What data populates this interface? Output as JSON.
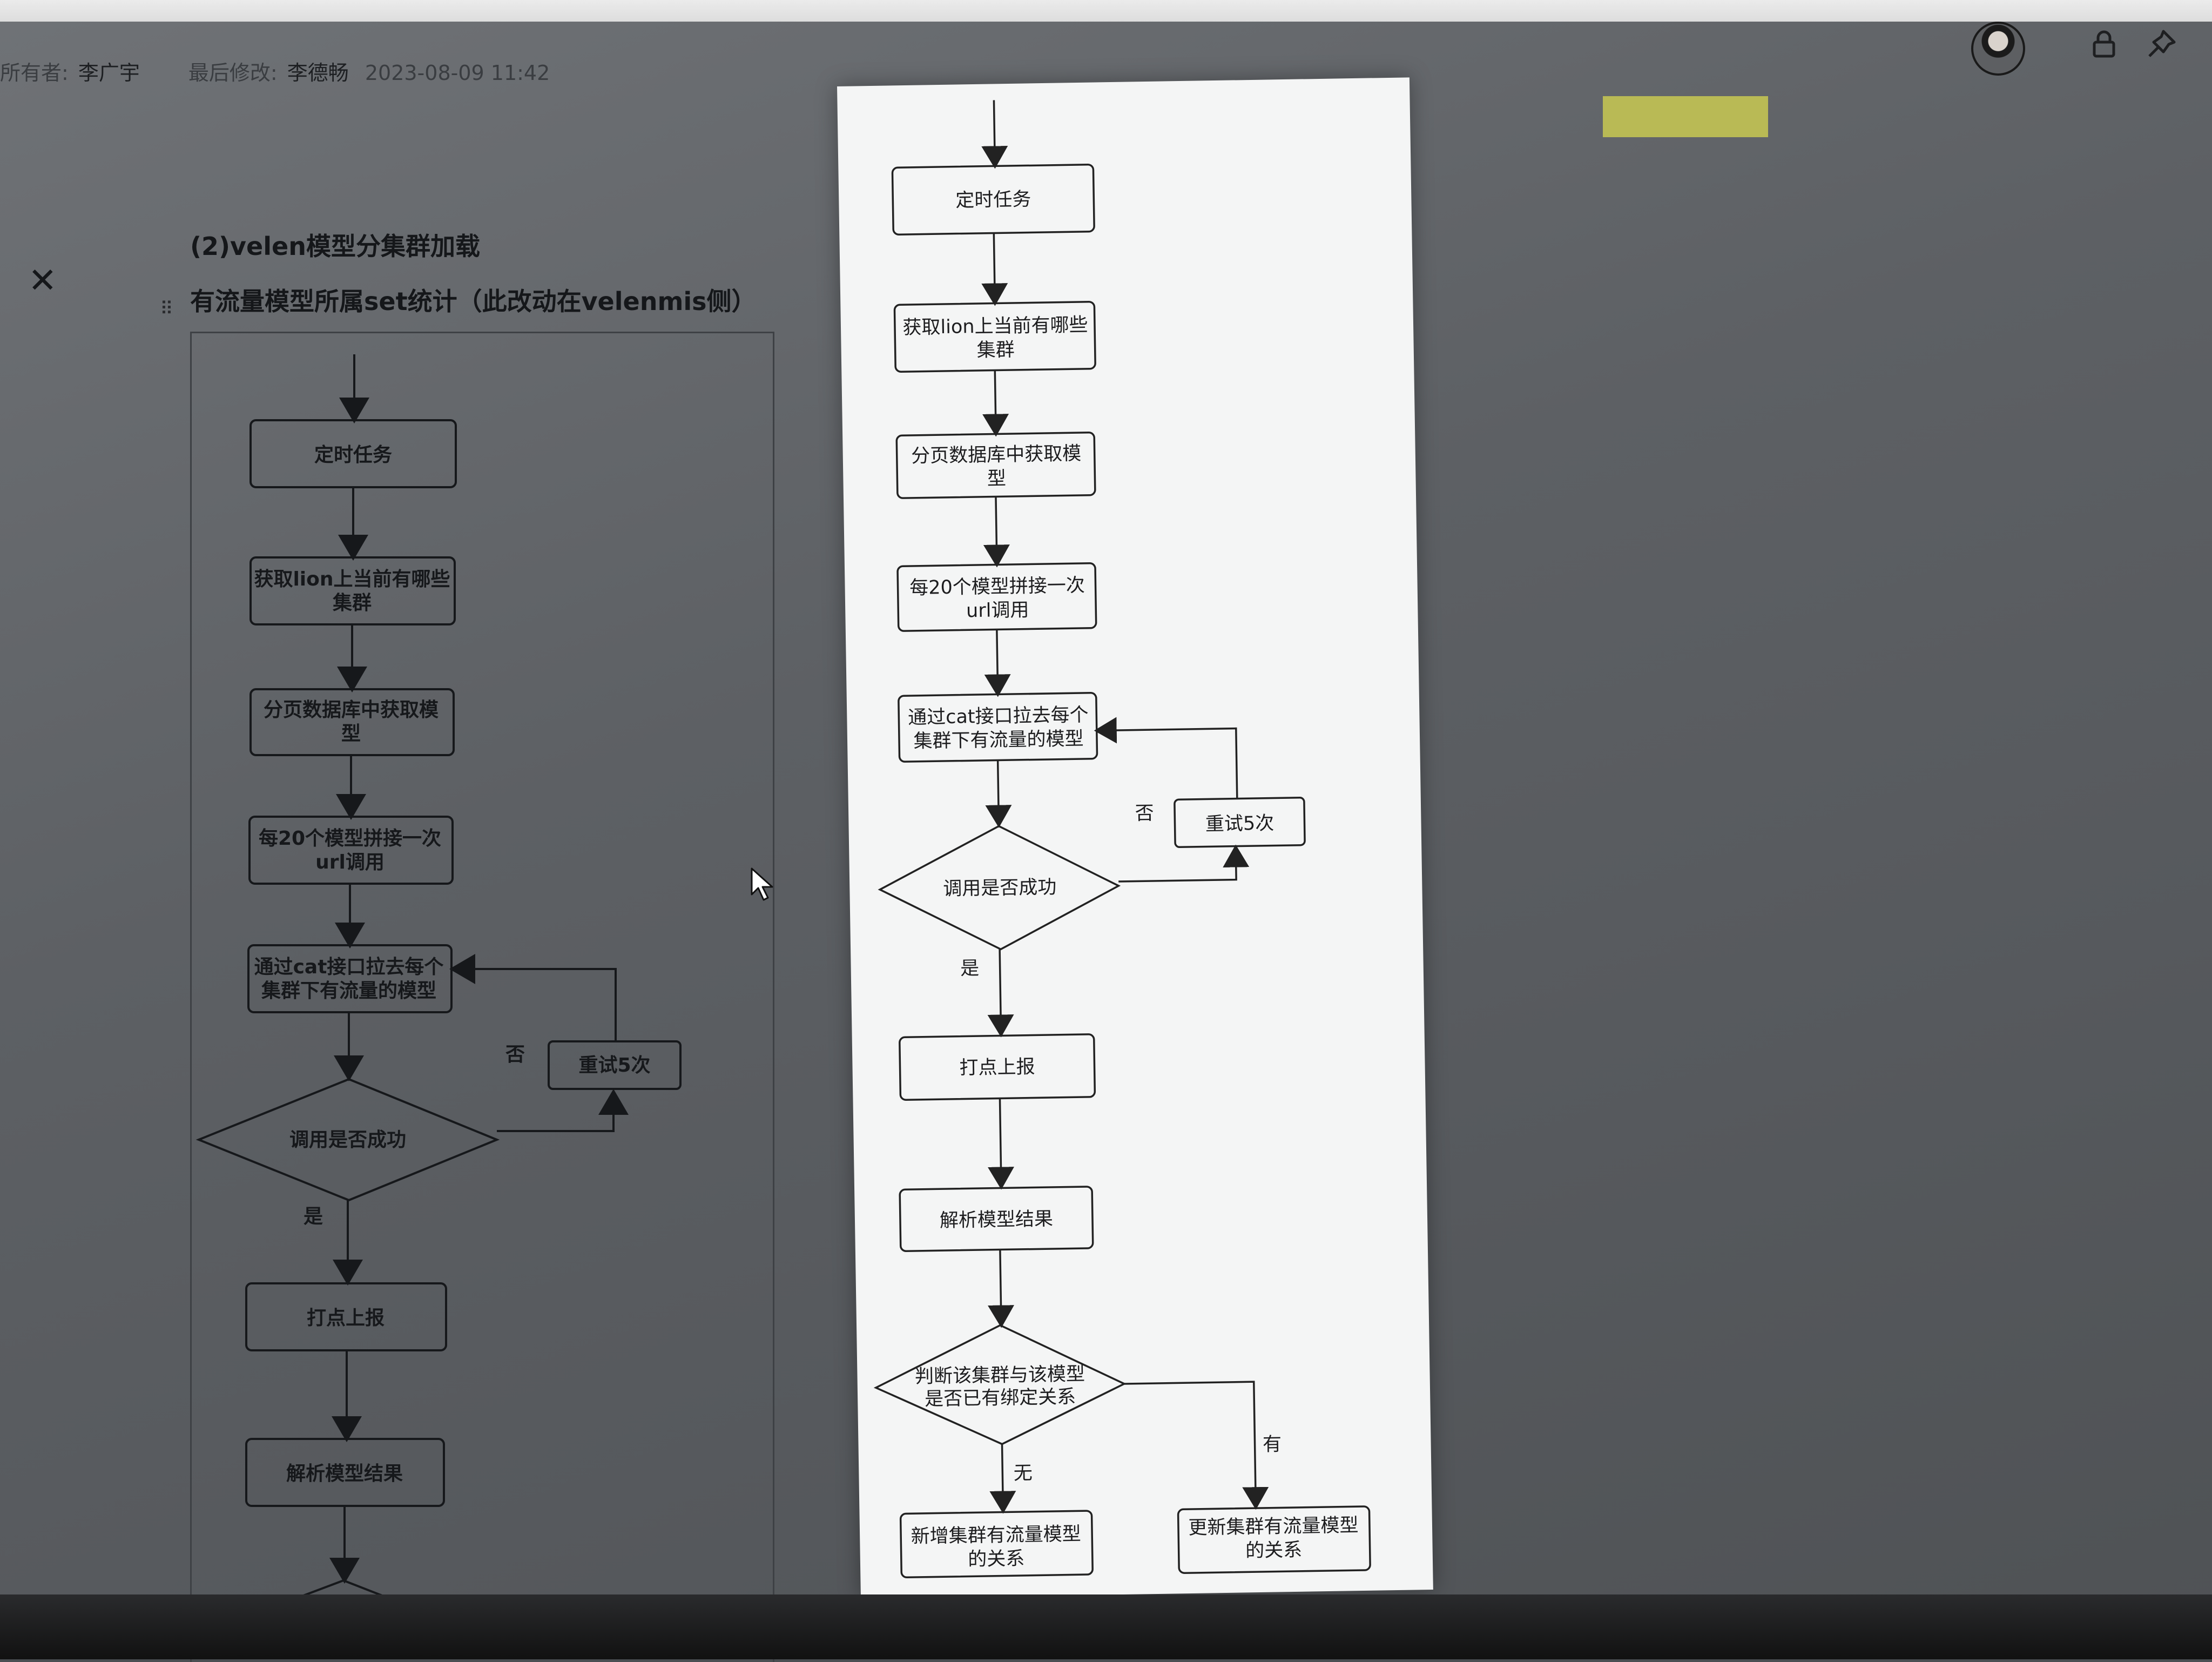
{
  "header": {
    "owner_label": "所有者:",
    "owner_name": "李广宇",
    "modified_label": "最后修改:",
    "modified_name": "李德畅",
    "modified_time": "2023-08-09 11:42"
  },
  "doc": {
    "section_title": "(2)velen模型分集群加载",
    "sub_title": "有流量模型所属set统计（此改动在velenmis侧）"
  },
  "flowchart": {
    "nodes": {
      "n1": "定时任务",
      "n2_line1": "获取lion上当前有哪些",
      "n2_line2": "集群",
      "n3_line1": "分页数据库中获取模",
      "n3_line2": "型",
      "n4_line1": "每20个模型拼接一次",
      "n4_line2": "url调用",
      "n5_line1": "通过cat接口拉去每个",
      "n5_line2": "集群下有流量的模型",
      "d1": "调用是否成功",
      "retry": "重试5次",
      "n6": "打点上报",
      "n7": "解析模型结果",
      "d2_line1": "判断该集群与该模型",
      "d2_line2": "是否已有绑定关系",
      "n8_line1": "新增集群有流量模型",
      "n8_line2": "的关系",
      "n9_line1": "更新集群有流量模型",
      "n9_line2": "的关系"
    },
    "edges": {
      "no": "否",
      "yes": "是",
      "none": "无",
      "has": "有"
    }
  },
  "icons": {
    "close": "close-icon",
    "lock": "lock-icon",
    "pin": "pin-icon",
    "avatar": "avatar"
  },
  "colors": {
    "doc_bg": "#5d6064",
    "popup_bg": "#f4f5f5",
    "stroke": "#222222"
  }
}
